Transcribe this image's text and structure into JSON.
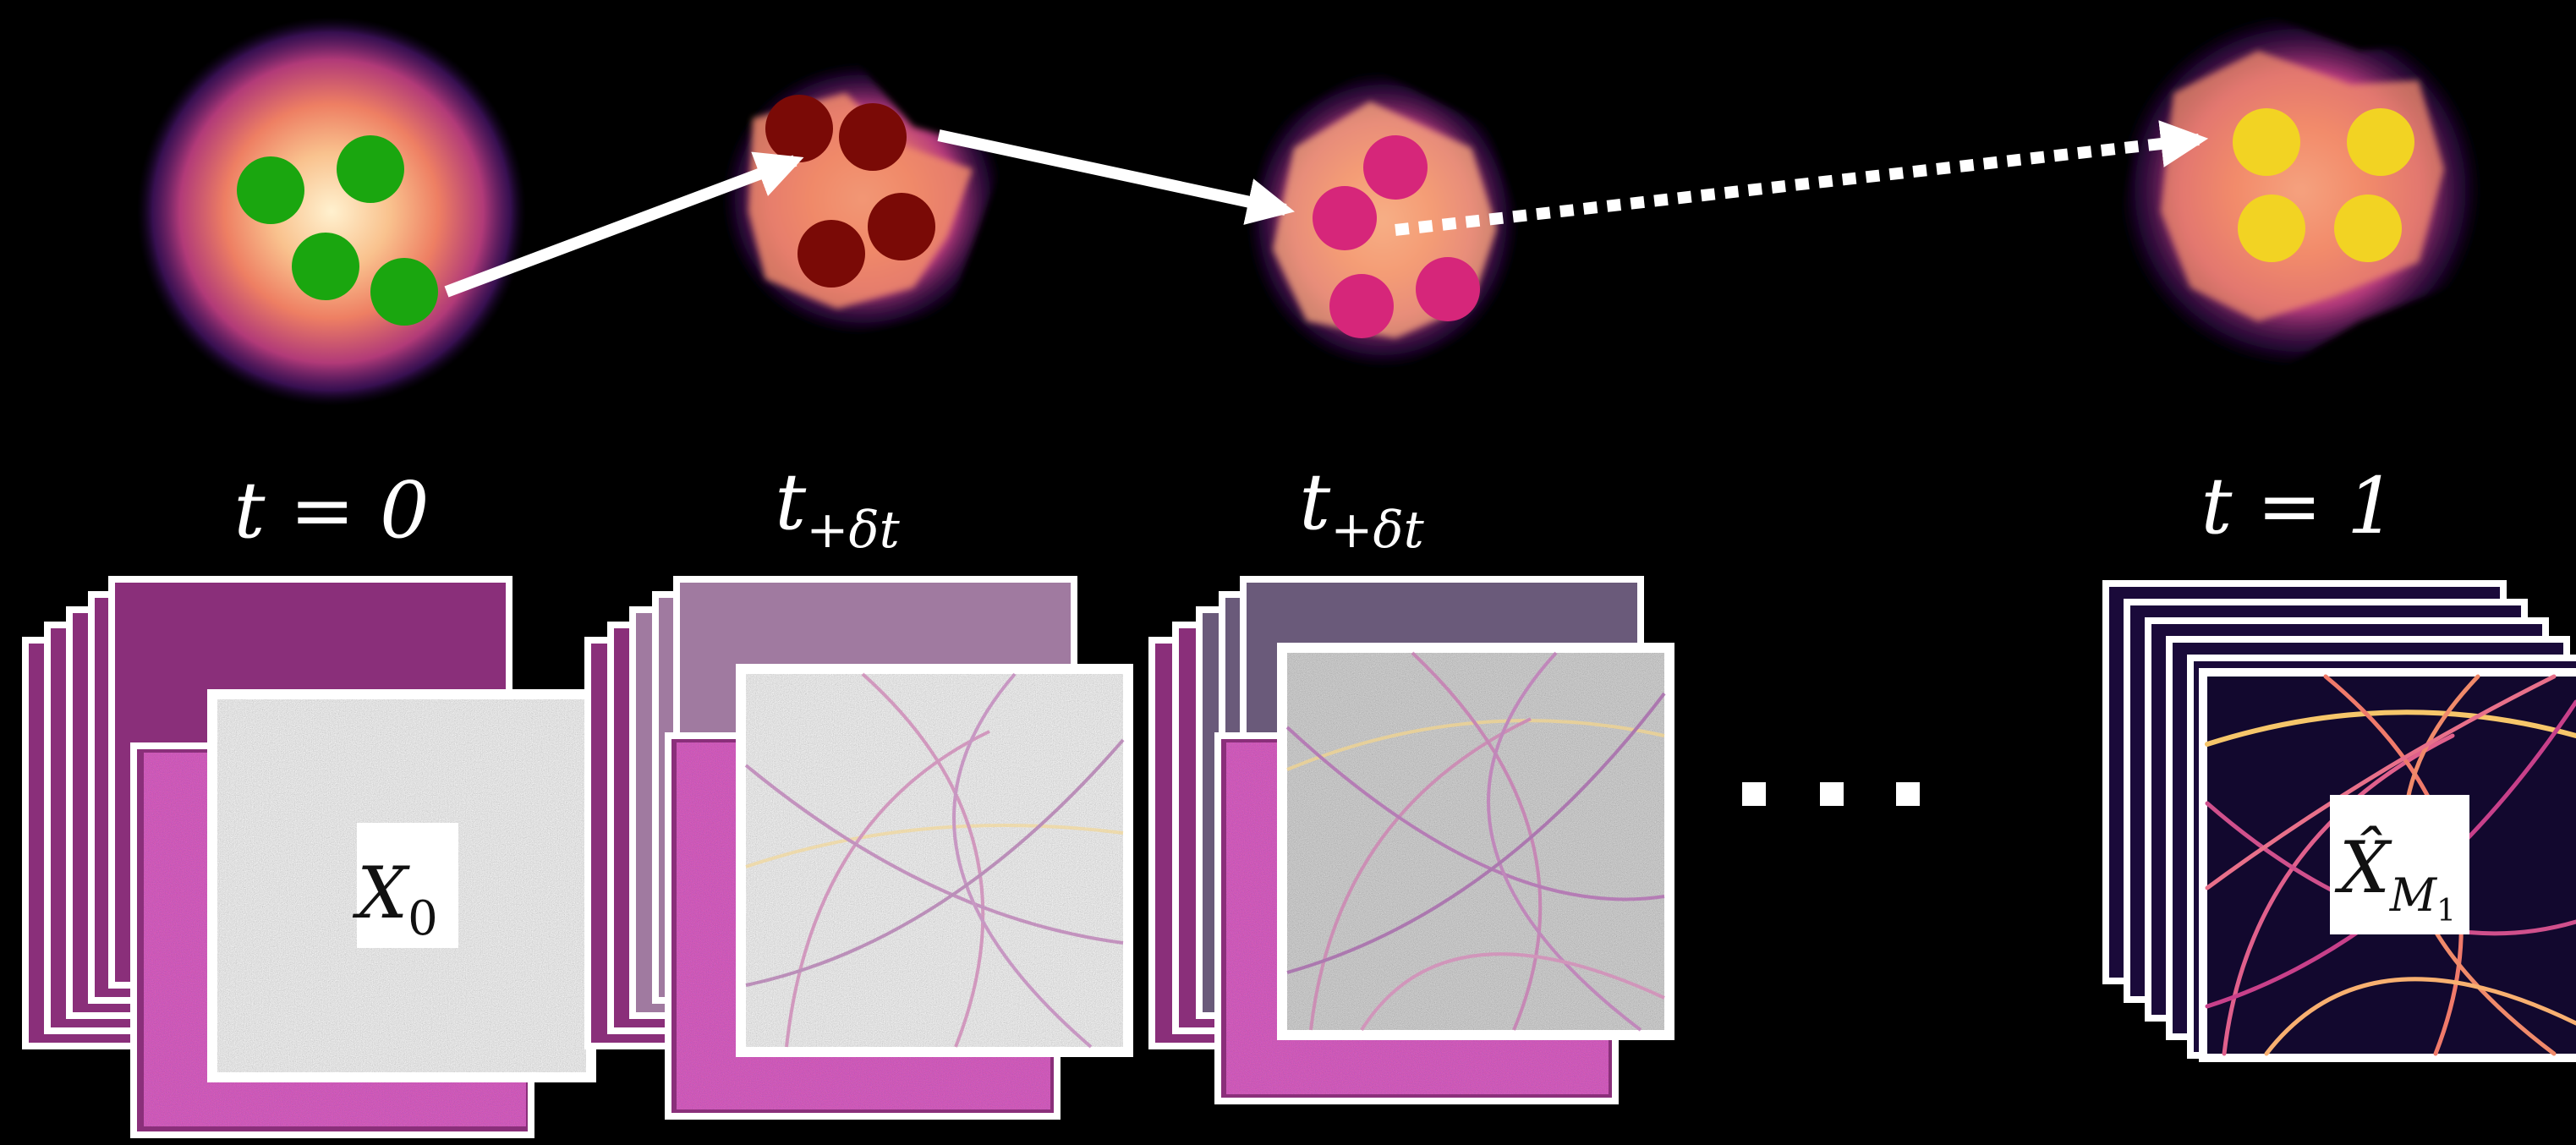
{
  "stages": [
    {
      "time_label": "t = 0",
      "particle_color": "#1aa60f",
      "box_label": "X",
      "box_label_sub": "0",
      "panel": "noise"
    },
    {
      "time_label_main": "t",
      "time_label_sub": "+δt",
      "particle_color": "#7a0a06",
      "panel": "noisy-arcs-light"
    },
    {
      "time_label_main": "t",
      "time_label_sub": "+δt",
      "particle_color": "#d6267a",
      "panel": "noisy-arcs-dark"
    },
    {
      "time_label": "t = 1",
      "particle_color": "#f2d323",
      "box_label": "X̂",
      "box_label_sub": "M",
      "box_label_subsub": "1",
      "panel": "clean-arcs"
    }
  ],
  "ellipsis": "· · ·",
  "colors": {
    "background": "#000000",
    "arrow": "#ffffff",
    "cloud_core": "#fde3b0",
    "cloud_mid": "#f07a5a",
    "cloud_edge": "#5b1a8a",
    "panel_frame": "#ffffff",
    "back_panel": "#8a2f7a"
  },
  "arrows": [
    "solid",
    "solid",
    "dotted"
  ]
}
